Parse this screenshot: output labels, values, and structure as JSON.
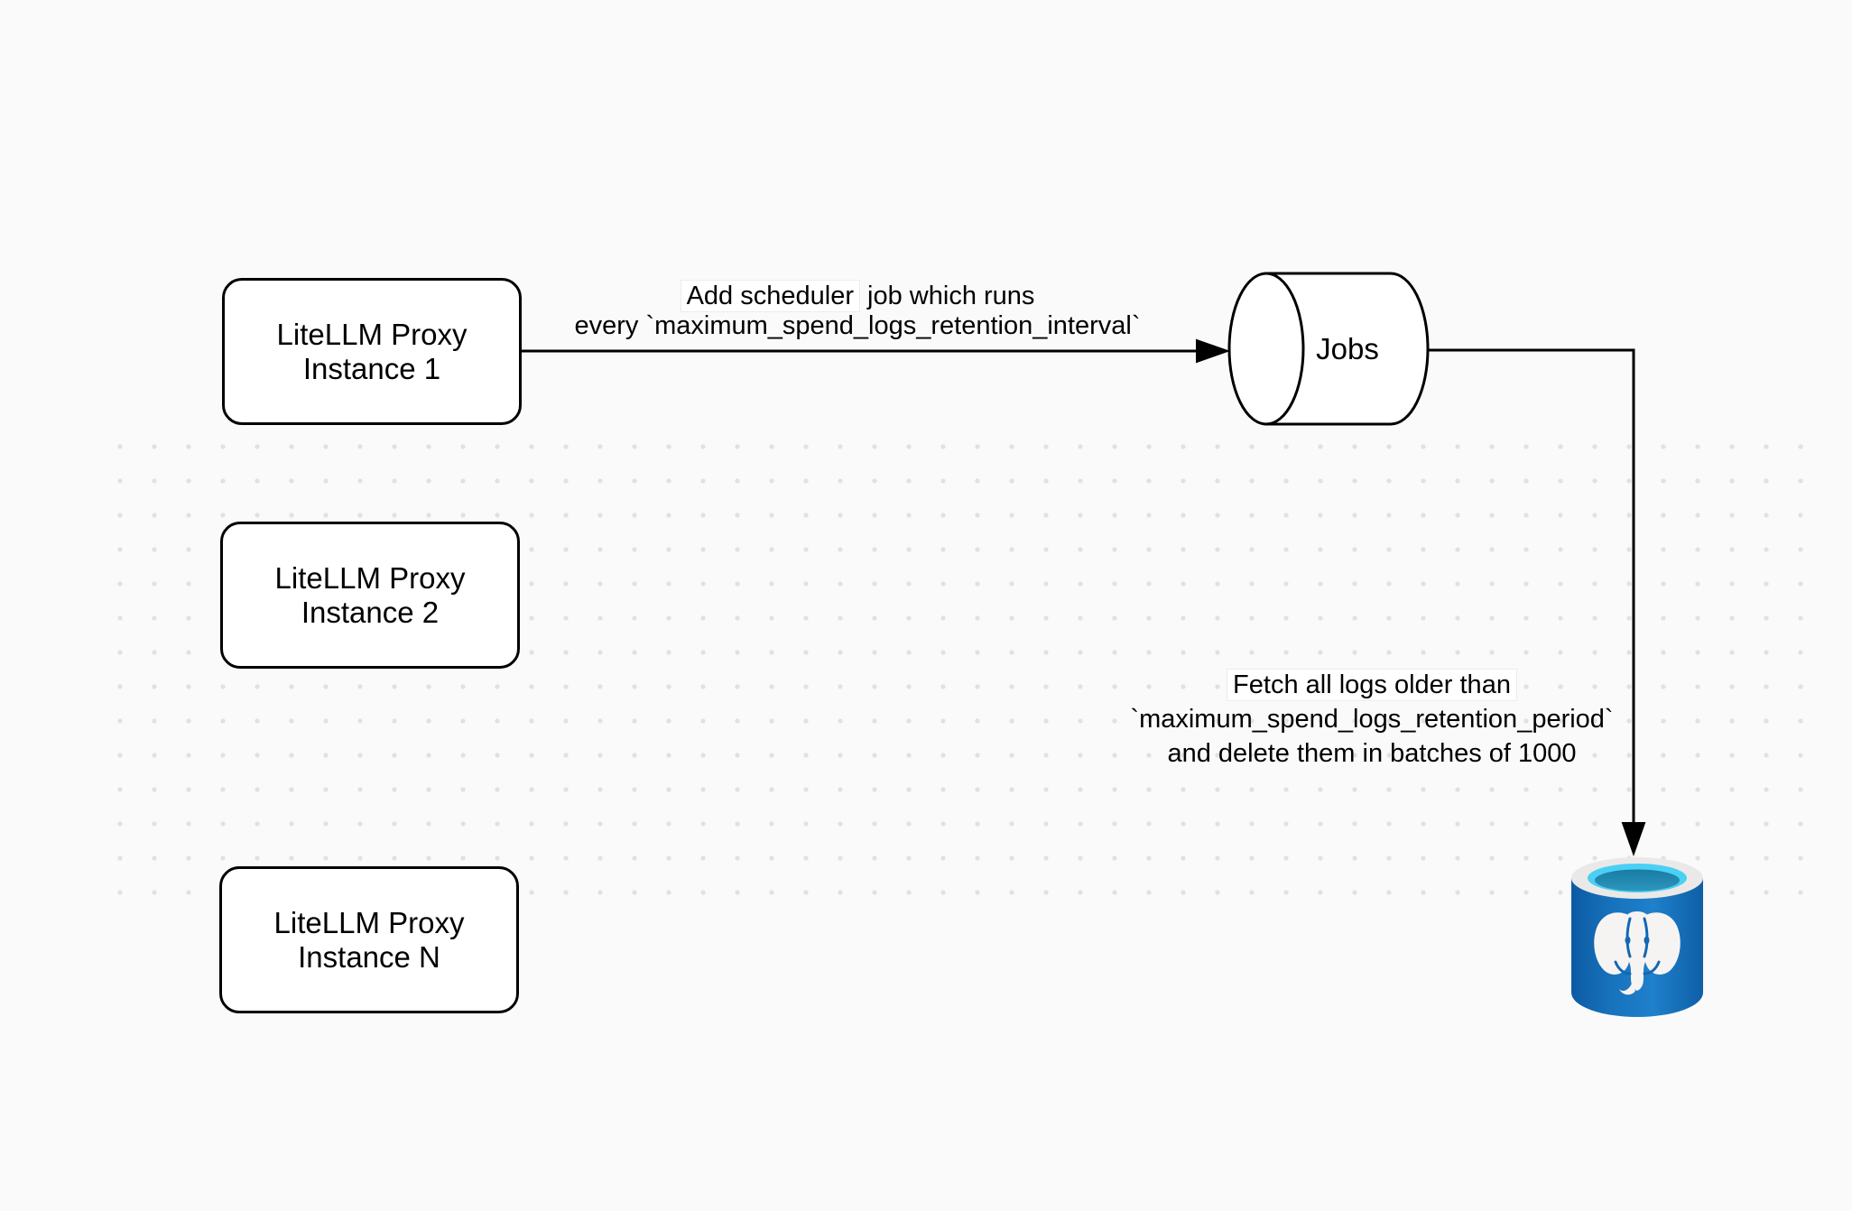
{
  "colors": {
    "background": "#FAFAFA",
    "grid_dot": "#E1E1E1",
    "node_fill": "#FFFFFF",
    "node_stroke": "#000000",
    "pg_body_blue": "#1268B4",
    "pg_body_dark": "#0B5BA3",
    "pg_body_light": "#1F80CB",
    "pg_rim": "#EBE9E7",
    "pg_top_cyan": "#49D0F4",
    "pg_liquid": "#1F80A8",
    "pg_elephant": "#F6F4F2"
  },
  "nodes": {
    "instance1": {
      "line1": "LiteLLM Proxy",
      "line2": "Instance 1"
    },
    "instance2": {
      "line1": "LiteLLM Proxy",
      "line2": "Instance 2"
    },
    "instanceN": {
      "line1": "LiteLLM Proxy",
      "line2": "Instance N"
    },
    "jobs": {
      "label": "Jobs"
    }
  },
  "edge_labels": {
    "scheduler": {
      "line1_boxed": "Add scheduler",
      "line1_rest": " job which runs",
      "line2": "every `maximum_spend_logs_retention_interval`"
    },
    "fetch": {
      "line1": "Fetch all logs older than",
      "line2": "`maximum_spend_logs_retention_period`",
      "line3": "and delete them in batches of 1000"
    }
  }
}
